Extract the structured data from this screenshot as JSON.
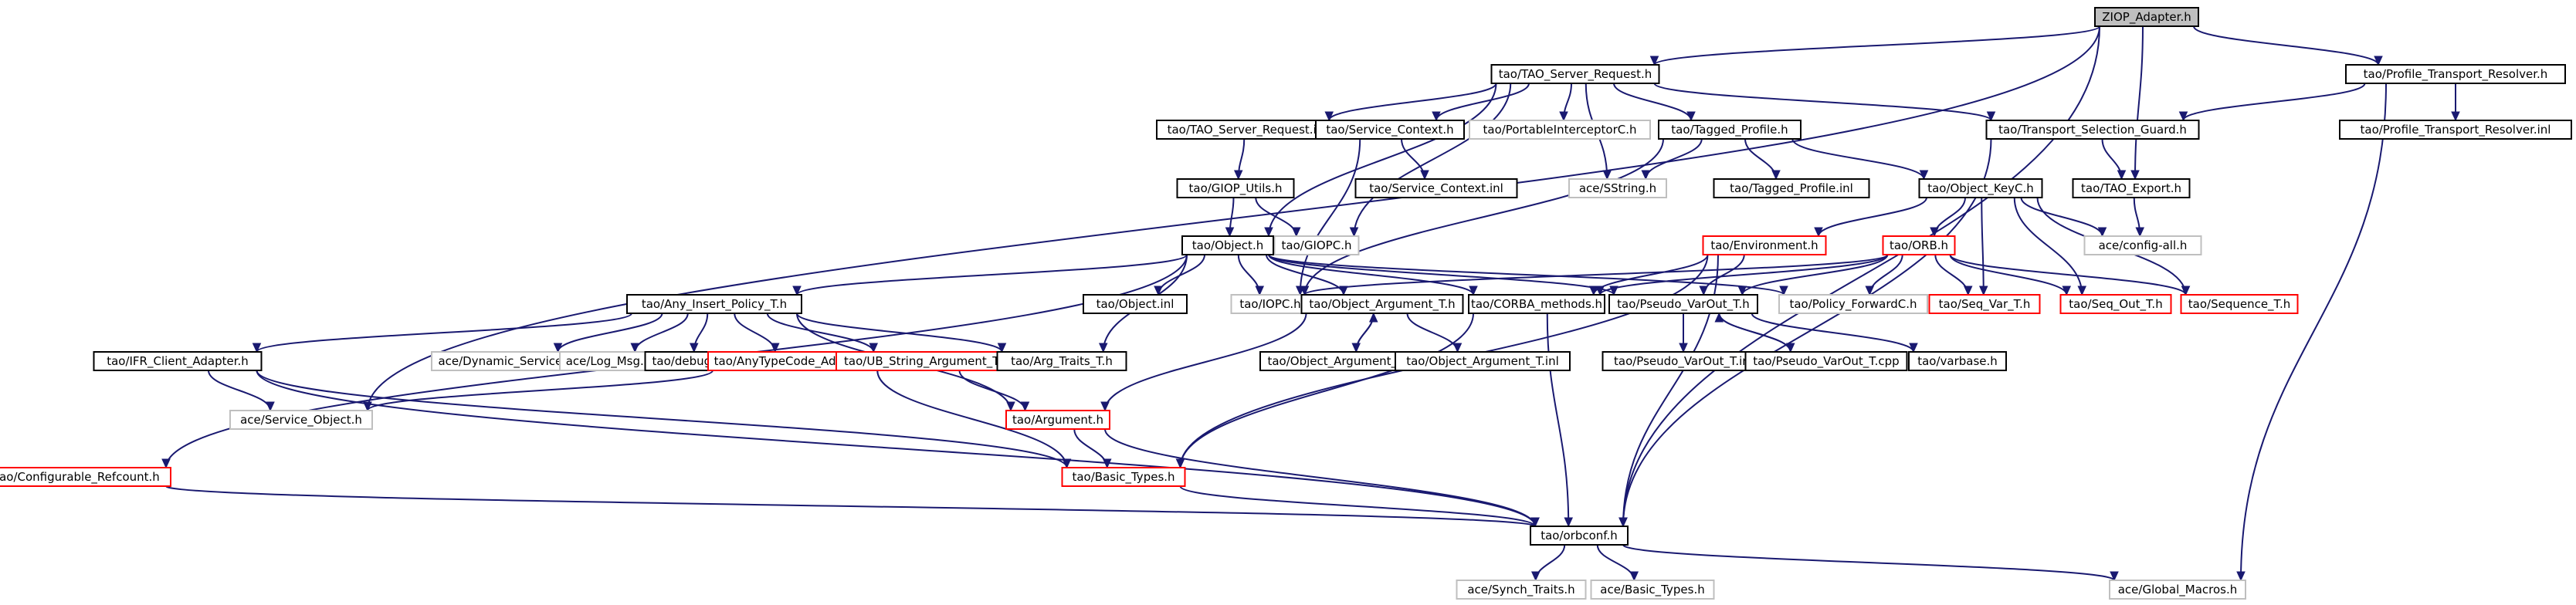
{
  "graph": {
    "colors": {
      "edge": "#191970",
      "normal_border": "#000000",
      "root_fill": "#bfbfbf",
      "node_fill": "#ffffff",
      "incomplete_border": "#ff0000",
      "external_border": "#bfbfbf"
    },
    "nodes": [
      {
        "id": "ziop",
        "label": "ZIOP_Adapter.h",
        "kind": "root"
      },
      {
        "id": "tsr",
        "label": "tao/TAO_Server_Request.h",
        "kind": "normal"
      },
      {
        "id": "ptr",
        "label": "tao/Profile_Transport_Resolver.h",
        "kind": "normal"
      },
      {
        "id": "tsri",
        "label": "tao/TAO_Server_Request.inl",
        "kind": "normal"
      },
      {
        "id": "sc",
        "label": "tao/Service_Context.h",
        "kind": "normal"
      },
      {
        "id": "pic",
        "label": "tao/PortableInterceptorC.h",
        "kind": "external"
      },
      {
        "id": "tp",
        "label": "tao/Tagged_Profile.h",
        "kind": "normal"
      },
      {
        "id": "tsg",
        "label": "tao/Transport_Selection_Guard.h",
        "kind": "normal"
      },
      {
        "id": "ptri",
        "label": "tao/Profile_Transport_Resolver.inl",
        "kind": "normal"
      },
      {
        "id": "giopu",
        "label": "tao/GIOP_Utils.h",
        "kind": "normal"
      },
      {
        "id": "sci",
        "label": "tao/Service_Context.inl",
        "kind": "normal"
      },
      {
        "id": "ss",
        "label": "ace/SString.h",
        "kind": "external"
      },
      {
        "id": "tpi",
        "label": "tao/Tagged_Profile.inl",
        "kind": "normal"
      },
      {
        "id": "ok",
        "label": "tao/Object_KeyC.h",
        "kind": "normal"
      },
      {
        "id": "taoe",
        "label": "tao/TAO_Export.h",
        "kind": "normal"
      },
      {
        "id": "giopc",
        "label": "tao/GIOPC.h",
        "kind": "external"
      },
      {
        "id": "obj",
        "label": "tao/Object.h",
        "kind": "normal"
      },
      {
        "id": "env",
        "label": "tao/Environment.h",
        "kind": "incomplete"
      },
      {
        "id": "orb",
        "label": "tao/ORB.h",
        "kind": "incomplete"
      },
      {
        "id": "cfg",
        "label": "ace/config-all.h",
        "kind": "external"
      },
      {
        "id": "aip",
        "label": "tao/Any_Insert_Policy_T.h",
        "kind": "normal"
      },
      {
        "id": "obji",
        "label": "tao/Object.inl",
        "kind": "normal"
      },
      {
        "id": "iopc",
        "label": "tao/IOPC.h",
        "kind": "external"
      },
      {
        "id": "oat",
        "label": "tao/Object_Argument_T.h",
        "kind": "normal"
      },
      {
        "id": "corba",
        "label": "tao/CORBA_methods.h",
        "kind": "normal"
      },
      {
        "id": "pvo",
        "label": "tao/Pseudo_VarOut_T.h",
        "kind": "normal"
      },
      {
        "id": "pf",
        "label": "tao/Policy_ForwardC.h",
        "kind": "external"
      },
      {
        "id": "svt",
        "label": "tao/Seq_Var_T.h",
        "kind": "incomplete"
      },
      {
        "id": "sot",
        "label": "tao/Seq_Out_T.h",
        "kind": "incomplete"
      },
      {
        "id": "seqt",
        "label": "tao/Sequence_T.h",
        "kind": "incomplete"
      },
      {
        "id": "ifr",
        "label": "tao/IFR_Client_Adapter.h",
        "kind": "normal"
      },
      {
        "id": "ds",
        "label": "ace/Dynamic_Service.h",
        "kind": "external"
      },
      {
        "id": "lm",
        "label": "ace/Log_Msg.h",
        "kind": "external"
      },
      {
        "id": "dbg",
        "label": "tao/debug.h",
        "kind": "normal"
      },
      {
        "id": "atc",
        "label": "tao/AnyTypeCode_Adapter.h",
        "kind": "incomplete"
      },
      {
        "id": "ubs",
        "label": "tao/UB_String_Argument_T.h",
        "kind": "incomplete"
      },
      {
        "id": "att",
        "label": "tao/Arg_Traits_T.h",
        "kind": "normal"
      },
      {
        "id": "oatc",
        "label": "tao/Object_Argument_T.cpp",
        "kind": "normal"
      },
      {
        "id": "oati",
        "label": "tao/Object_Argument_T.inl",
        "kind": "normal"
      },
      {
        "id": "pvoi",
        "label": "tao/Pseudo_VarOut_T.inl",
        "kind": "normal"
      },
      {
        "id": "pvoc",
        "label": "tao/Pseudo_VarOut_T.cpp",
        "kind": "normal"
      },
      {
        "id": "vb",
        "label": "tao/varbase.h",
        "kind": "normal"
      },
      {
        "id": "so",
        "label": "ace/Service_Object.h",
        "kind": "external"
      },
      {
        "id": "arg",
        "label": "tao/Argument.h",
        "kind": "incomplete"
      },
      {
        "id": "cr",
        "label": "tao/Configurable_Refcount.h",
        "kind": "incomplete"
      },
      {
        "id": "bt",
        "label": "tao/Basic_Types.h",
        "kind": "incomplete"
      },
      {
        "id": "orbconf",
        "label": "tao/orbconf.h",
        "kind": "normal"
      },
      {
        "id": "st",
        "label": "ace/Synch_Traits.h",
        "kind": "external"
      },
      {
        "id": "abt",
        "label": "ace/Basic_Types.h",
        "kind": "external"
      },
      {
        "id": "gm",
        "label": "ace/Global_Macros.h",
        "kind": "external"
      }
    ],
    "edges": [
      [
        "ziop",
        "tsr"
      ],
      [
        "ziop",
        "ptr"
      ],
      [
        "ziop",
        "taoe"
      ],
      [
        "ziop",
        "orbconf"
      ],
      [
        "ziop",
        "so"
      ],
      [
        "tsr",
        "tsri"
      ],
      [
        "tsr",
        "sc"
      ],
      [
        "tsr",
        "pic"
      ],
      [
        "tsr",
        "tp"
      ],
      [
        "tsr",
        "tsg"
      ],
      [
        "tsr",
        "ss"
      ],
      [
        "tsr",
        "obj"
      ],
      [
        "tsr",
        "giopc"
      ],
      [
        "ptr",
        "tsg"
      ],
      [
        "ptr",
        "ptri"
      ],
      [
        "ptr",
        "gm"
      ],
      [
        "tsri",
        "giopu"
      ],
      [
        "giopu",
        "obj"
      ],
      [
        "giopu",
        "giopc"
      ],
      [
        "sc",
        "sci"
      ],
      [
        "sc",
        "iopc"
      ],
      [
        "tp",
        "ss"
      ],
      [
        "tp",
        "tpi"
      ],
      [
        "tp",
        "ok"
      ],
      [
        "tp",
        "iopc"
      ],
      [
        "tsg",
        "taoe"
      ],
      [
        "tsg",
        "orbconf"
      ],
      [
        "taoe",
        "cfg"
      ],
      [
        "ok",
        "cfg"
      ],
      [
        "ok",
        "env"
      ],
      [
        "ok",
        "orb"
      ],
      [
        "ok",
        "svt"
      ],
      [
        "ok",
        "sot"
      ],
      [
        "ok",
        "seqt"
      ],
      [
        "obj",
        "aip"
      ],
      [
        "obj",
        "obji"
      ],
      [
        "obj",
        "iopc"
      ],
      [
        "obj",
        "oat"
      ],
      [
        "obj",
        "corba"
      ],
      [
        "obj",
        "pvo"
      ],
      [
        "obj",
        "pf"
      ],
      [
        "obj",
        "att"
      ],
      [
        "obj",
        "cr"
      ],
      [
        "env",
        "bt"
      ],
      [
        "env",
        "corba"
      ],
      [
        "env",
        "pvo"
      ],
      [
        "env",
        "orbconf"
      ],
      [
        "orb",
        "iopc"
      ],
      [
        "orb",
        "corba"
      ],
      [
        "orb",
        "pvo"
      ],
      [
        "orb",
        "pf"
      ],
      [
        "orb",
        "svt"
      ],
      [
        "orb",
        "sot"
      ],
      [
        "orb",
        "seqt"
      ],
      [
        "aip",
        "ifr"
      ],
      [
        "aip",
        "ds"
      ],
      [
        "aip",
        "lm"
      ],
      [
        "aip",
        "dbg"
      ],
      [
        "aip",
        "atc"
      ],
      [
        "aip",
        "ubs"
      ],
      [
        "aip",
        "att"
      ],
      [
        "aip",
        "arg"
      ],
      [
        "ifr",
        "so"
      ],
      [
        "ifr",
        "bt"
      ],
      [
        "ifr",
        "orbconf"
      ],
      [
        "atc",
        "so"
      ],
      [
        "atc",
        "bt"
      ],
      [
        "ubs",
        "arg"
      ],
      [
        "oat",
        "oatc"
      ],
      [
        "oat",
        "oati"
      ],
      [
        "oat",
        "arg"
      ],
      [
        "oatc",
        "oat"
      ],
      [
        "corba",
        "bt"
      ],
      [
        "corba",
        "orbconf"
      ],
      [
        "pvo",
        "pvoi"
      ],
      [
        "pvo",
        "pvoc"
      ],
      [
        "pvo",
        "vb"
      ],
      [
        "pvoc",
        "pvo"
      ],
      [
        "arg",
        "bt"
      ],
      [
        "arg",
        "orbconf"
      ],
      [
        "cr",
        "orbconf"
      ],
      [
        "bt",
        "orbconf"
      ],
      [
        "orbconf",
        "st"
      ],
      [
        "orbconf",
        "abt"
      ],
      [
        "orbconf",
        "gm"
      ]
    ]
  }
}
